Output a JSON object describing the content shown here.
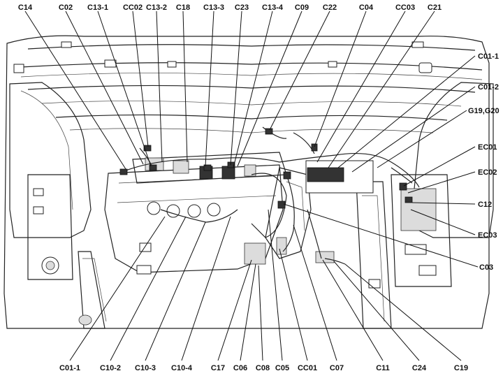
{
  "labels": {
    "top": [
      "C14",
      "C02",
      "C13-1",
      "CC02",
      "C13-2",
      "C18",
      "C13-3",
      "C23",
      "C13-4",
      "C09",
      "C22",
      "C04",
      "CC03",
      "C21"
    ],
    "right": [
      "C01-1",
      "C01-2",
      "G19,G20",
      "EC01",
      "EC02",
      "C12",
      "EC03",
      "C03"
    ],
    "bottom": [
      "C01-1",
      "C10-2",
      "C10-3",
      "C10-4",
      "C17",
      "C06",
      "C08",
      "C05",
      "CC01",
      "C07",
      "C11",
      "C24",
      "C19"
    ]
  },
  "colors": {
    "ink": "#111111",
    "paper": "#ffffff",
    "shade": "#dcdcdc"
  }
}
